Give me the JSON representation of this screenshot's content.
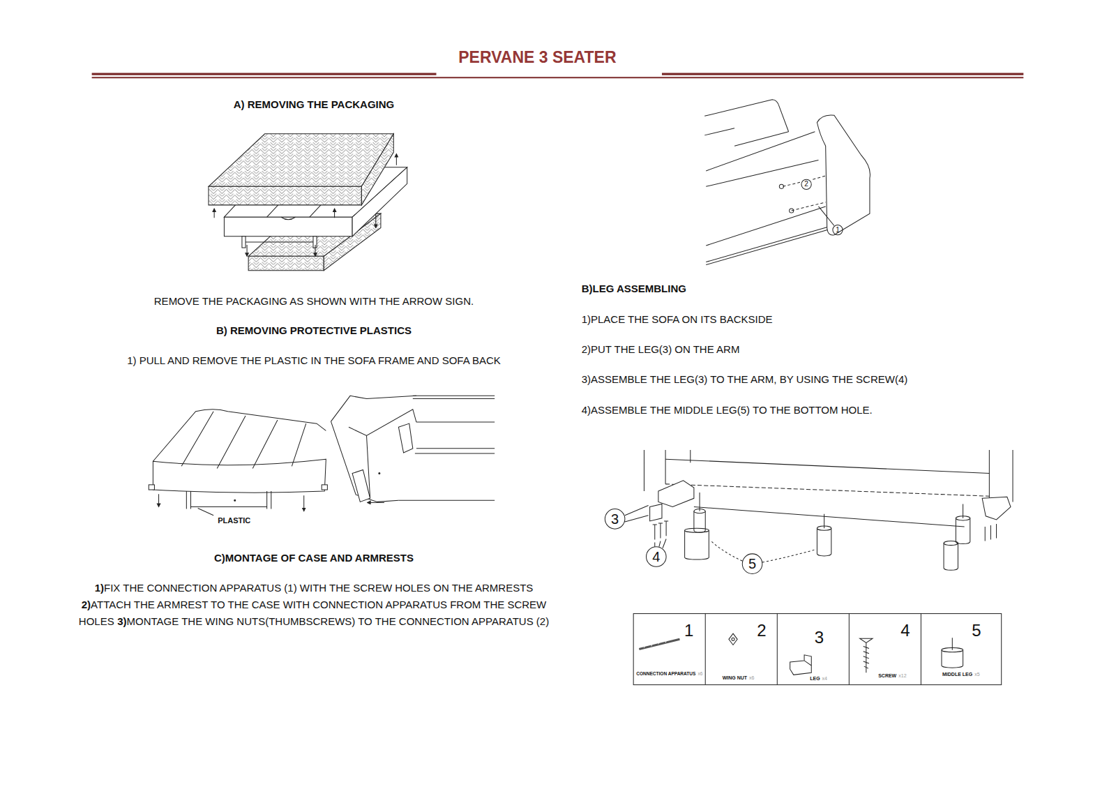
{
  "diagram": {
    "title": "PERVANE 3 SEATER",
    "labels": [
      "A) REMOVING THE PACKAGING",
      "REMOVE THE PACKAGING AS SHOWN WITH THE ARROW SIGN.",
      "B) REMOVING PROTECTIVE PLASTICS",
      "1) PULL AND REMOVE THE PLASTIC IN THE SOFA FRAME AND SOFA BACK",
      "PLASTIC",
      "C)MONTAGE OF CASE AND ARMRESTS",
      "1)",
      "FIX THE CONNECTION APPARATUS (1) WITH THE SCREW HOLES ON THE ARMRESTS",
      "2)",
      "ATTACH THE ARMREST TO THE CASE WITH CONNECTION APPARATUS FROM THE SCREW HOLES",
      "3)",
      "MONTAGE THE WING NUTS(THUMBSCREWS) TO THE CONNECTION APPARATUS (2)",
      "2",
      "1",
      "B)LEG ASSEMBLING",
      "1)PLACE THE SOFA ON ITS BACKSIDE",
      "2)PUT THE LEG(3) ON THE ARM",
      "3)ASSEMBLE THE LEG(3) TO THE ARM, BY USING THE SCREW(4)",
      "4)ASSEMBLE THE MIDDLE LEG(5) TO THE BOTTOM HOLE.",
      "3",
      "4",
      "5",
      "1",
      "CONNECTION APPARATUS",
      "x6",
      "2",
      "WING NUT",
      "x6",
      "3",
      "LEG",
      "x4",
      "4",
      "SCREW",
      "x12",
      "5",
      "MIDDLE LEG",
      "x5"
    ]
  }
}
